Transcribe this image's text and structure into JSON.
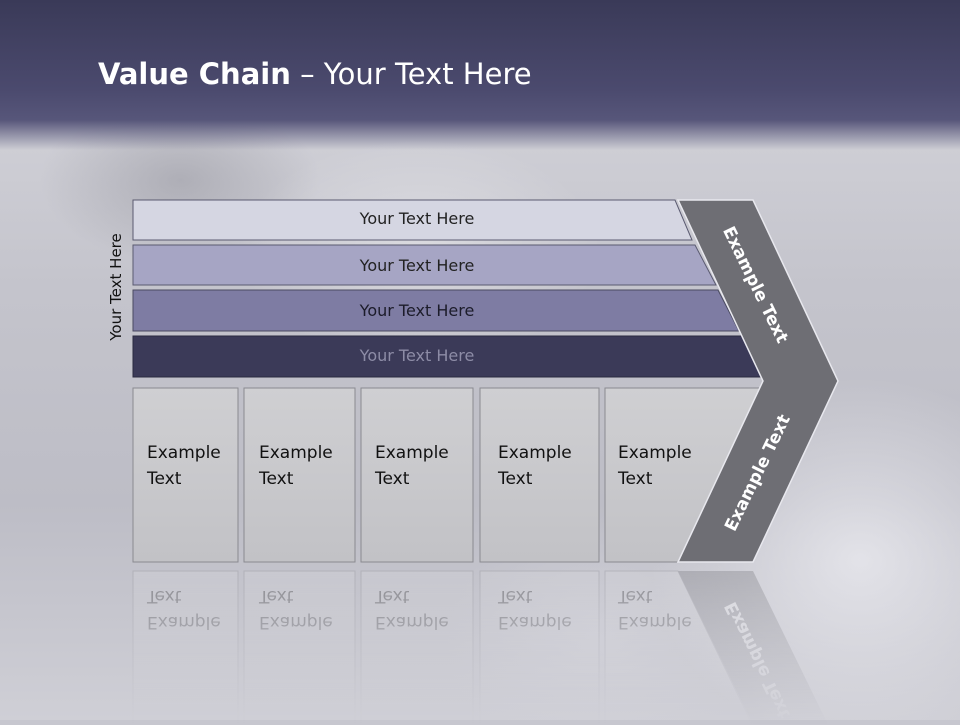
{
  "title": {
    "bold": "Value Chain",
    "rest": " – Your Text Here"
  },
  "side_label": "Your Text Here",
  "bars": [
    {
      "label": "Your Text Here",
      "fill": "#d5d6e2",
      "text_color": "#222222"
    },
    {
      "label": "Your Text Here",
      "fill": "#a6a5c4",
      "text_color": "#222222"
    },
    {
      "label": "Your Text Here",
      "fill": "#7e7ca3",
      "text_color": "#1c1c2a"
    },
    {
      "label": "Your Text Here",
      "fill": "#3b3a58",
      "text_color": "#8d8ca6"
    }
  ],
  "boxes": [
    {
      "line1": "Example",
      "line2": "Text"
    },
    {
      "line1": "Example",
      "line2": "Text"
    },
    {
      "line1": "Example",
      "line2": "Text"
    },
    {
      "line1": "Example",
      "line2": "Text"
    },
    {
      "line1": "Example",
      "line2": "Text"
    }
  ],
  "chevron": {
    "upper_label": "Example Text",
    "lower_label": "Example Text",
    "fill": "#6e6e74"
  }
}
